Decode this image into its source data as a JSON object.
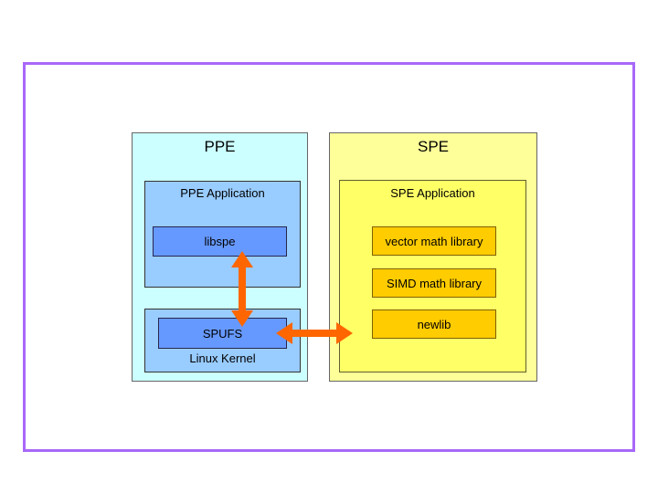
{
  "slide": {
    "background_color": "#FFFFFF",
    "border_color": "#A868F8"
  },
  "ppe": {
    "title": "PPE",
    "application": {
      "label": "PPE Application",
      "library": "libspe"
    },
    "kernel": {
      "label": "Linux Kernel",
      "module": "SPUFS"
    }
  },
  "spe": {
    "title": "SPE",
    "application": {
      "label": "SPE Application",
      "libraries": [
        "vector math library",
        "SIMD math library",
        "newlib"
      ]
    }
  },
  "arrows": {
    "color": "#FF6600",
    "items": [
      {
        "name": "libspe-spufs-arrow",
        "type": "double-headed-vertical",
        "connects": [
          "libspe",
          "SPUFS"
        ]
      },
      {
        "name": "spufs-spe-arrow",
        "type": "double-headed-horizontal",
        "connects": [
          "SPUFS",
          "SPE Application"
        ]
      }
    ]
  },
  "colors": {
    "ppe_outer": "#CCFFFF",
    "ppe_inner": "#99CCFF",
    "ppe_module": "#6699FF",
    "spe_outer": "#FFFF99",
    "spe_inner": "#FFFF66",
    "spe_library": "#FFCC00"
  }
}
